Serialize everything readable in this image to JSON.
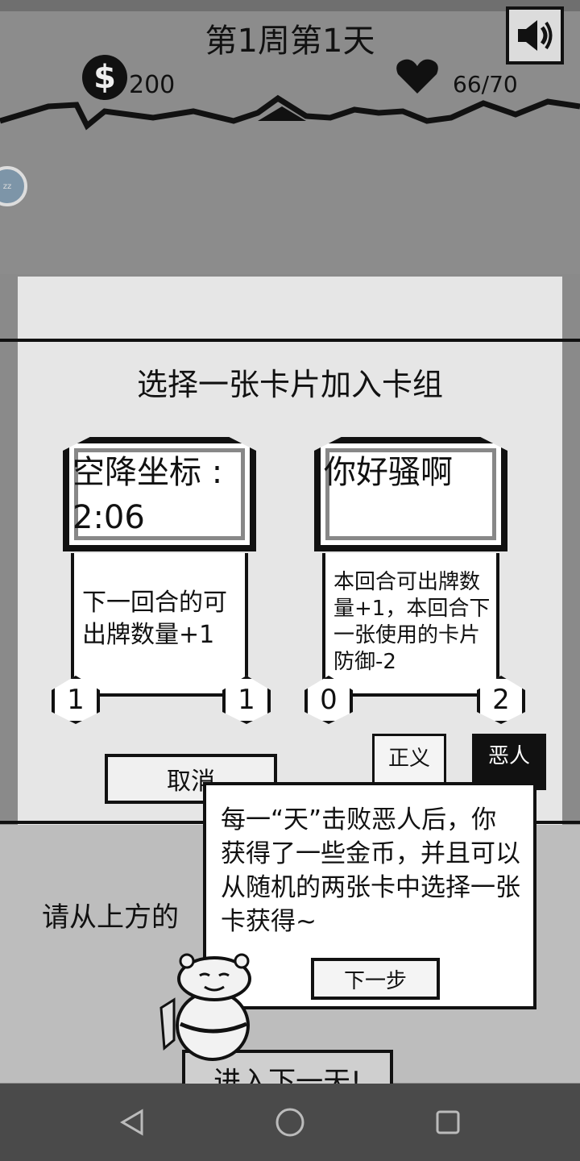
{
  "header": {
    "day_title": "第1周第1天",
    "gold": "200",
    "hp": "66/70"
  },
  "panel": {
    "title": "选择一张卡片加入卡组",
    "cards": [
      {
        "name": "空降坐标 : 2:06",
        "description": "下一回合的可出牌数量+1",
        "cost": "1",
        "value": "1"
      },
      {
        "name": "你好骚啊",
        "description": "本回合可出牌数量+1，本回合下一张使用的卡片防御-2",
        "cost": "0",
        "value": "2"
      }
    ],
    "cancel_label": "取消",
    "hero_tab_label": "正义",
    "villain_tab_label": "恶人"
  },
  "hint_text": "请从上方的",
  "tutorial": {
    "text": "每一“天”击败恶人后，你获得了一些金币，并且可以从随机的两张卡中选择一张卡获得~",
    "next_label": "下一步"
  },
  "next_day_label": "进入下一天!",
  "colors": {
    "ink": "#111111",
    "paper": "#e6e6e6",
    "background": "#8a8a8a"
  }
}
